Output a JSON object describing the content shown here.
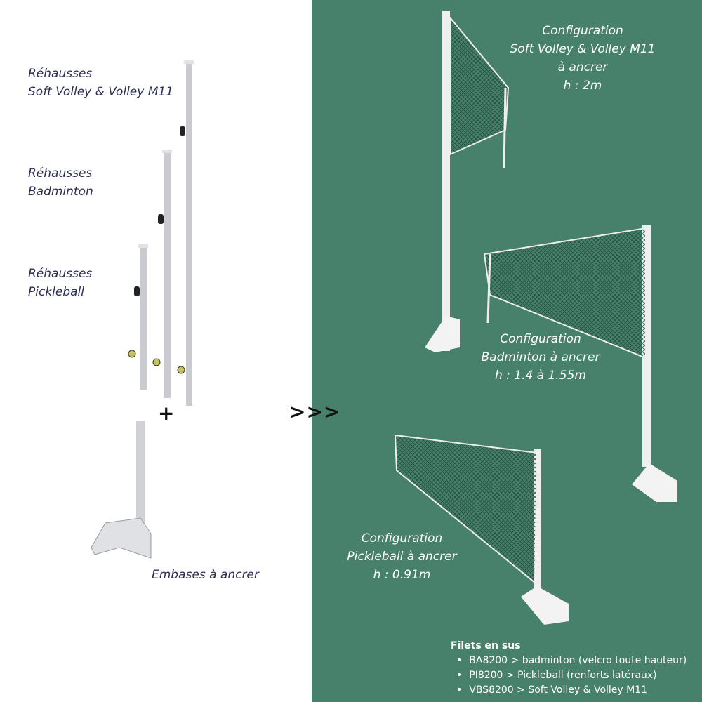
{
  "left_labels": [
    {
      "line1": "Réhausses",
      "line2": "Soft Volley & Volley M11"
    },
    {
      "line1": "Réhausses",
      "line2": "Badminton"
    },
    {
      "line1": "Réhausses",
      "line2": "Pickleball"
    }
  ],
  "base_label": "Embases à ancrer",
  "plus": "+",
  "arrows": ">>>",
  "configs": [
    {
      "lines": [
        "Configuration",
        "Soft Volley  & Volley M11",
        "à ancrer",
        "h : 2m"
      ]
    },
    {
      "lines": [
        "Configuration",
        "Badminton à ancrer",
        "h : 1.4 à 1.55m"
      ]
    },
    {
      "lines": [
        "Configuration",
        "Pickleball à ancrer",
        "h : 0.91m"
      ]
    }
  ],
  "nets": {
    "title": "Filets en sus",
    "items": [
      "BA8200 > badminton (velcro toute hauteur)",
      "PI8200 > Pickleball (renforts latéraux)",
      "VBS8200 > Soft Volley & Volley M11"
    ]
  },
  "colors": {
    "green": "#47806b",
    "text": "#2c2e55"
  }
}
